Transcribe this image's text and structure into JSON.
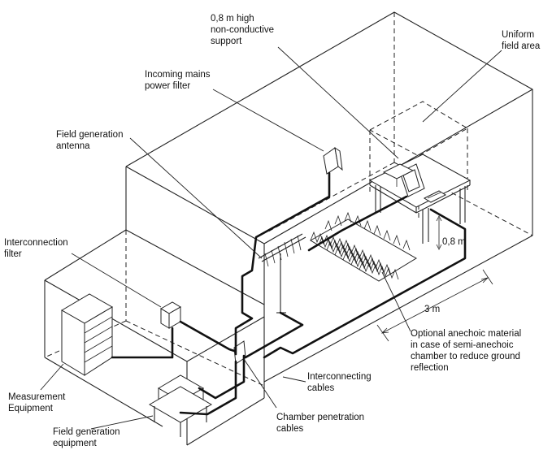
{
  "labels": {
    "support": [
      "0,8 m high",
      "non-conductive",
      "support"
    ],
    "uniform_field": [
      "Uniform",
      "field area"
    ],
    "mains_filter": [
      "Incoming mains",
      "power filter"
    ],
    "antenna": [
      "Field generation",
      "antenna"
    ],
    "interconnection_filter": [
      "Interconnection",
      "filter"
    ],
    "measurement_equipment": [
      "Measurement",
      "Equipment"
    ],
    "field_generation_equipment": [
      "Field generation",
      "equipment"
    ],
    "penetration_cables": [
      "Chamber penetration",
      "cables"
    ],
    "interconnecting_cables": [
      "Interconnecting",
      "cables"
    ],
    "anechoic_material": [
      "Optional anechoic material",
      "in case of semi-anechoic",
      "chamber to reduce ground",
      "reflection"
    ],
    "height_dim": "0,8 m",
    "distance_dim": "3 m"
  }
}
